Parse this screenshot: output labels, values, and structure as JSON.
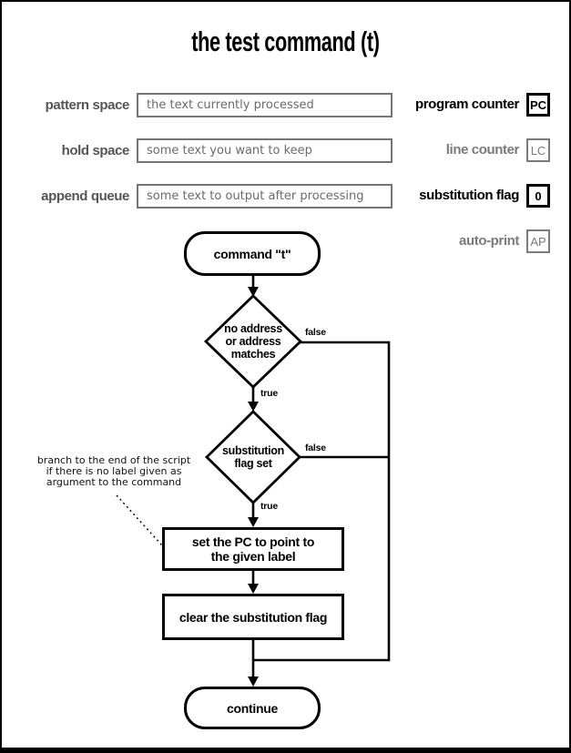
{
  "page": {
    "title": "the test command (t)"
  },
  "left_panel": {
    "rows": [
      {
        "label": "pattern space",
        "value": "the text currently processed"
      },
      {
        "label": "hold space",
        "value": "some text you want to keep"
      },
      {
        "label": "append queue",
        "value": "some text to output after processing"
      }
    ]
  },
  "right_panel": {
    "rows": [
      {
        "label": "program counter",
        "value": "PC",
        "state": "active"
      },
      {
        "label": "line counter",
        "value": "LC",
        "state": "inactive"
      },
      {
        "label": "substitution flag",
        "value": "0",
        "state": "active"
      },
      {
        "label": "auto-print",
        "value": "AP",
        "state": "inactive"
      }
    ]
  },
  "flowchart": {
    "start_node": "command \"t\"",
    "decision_address": {
      "line1": "no address",
      "line2": "or address",
      "line3": "matches",
      "false_label": "false",
      "true_label": "true"
    },
    "decision_subst_flag": {
      "line1": "substitution",
      "line2": "flag set",
      "false_label": "false",
      "true_label": "true"
    },
    "process_set_pc": {
      "line1": "set the PC to point to",
      "line2": "the given label"
    },
    "process_clear_flag": "clear the substitution flag",
    "end_node": "continue",
    "annotation": {
      "line1": "branch to the end of the script",
      "line2": "if there is no label given as",
      "line3": "argument to the command"
    }
  },
  "colors": {
    "ink": "#000000",
    "muted_gray": "#7a7a7a",
    "label_gray": "#555555",
    "value_gray": "#6b6b6b",
    "box_border_gray": "#757575"
  }
}
